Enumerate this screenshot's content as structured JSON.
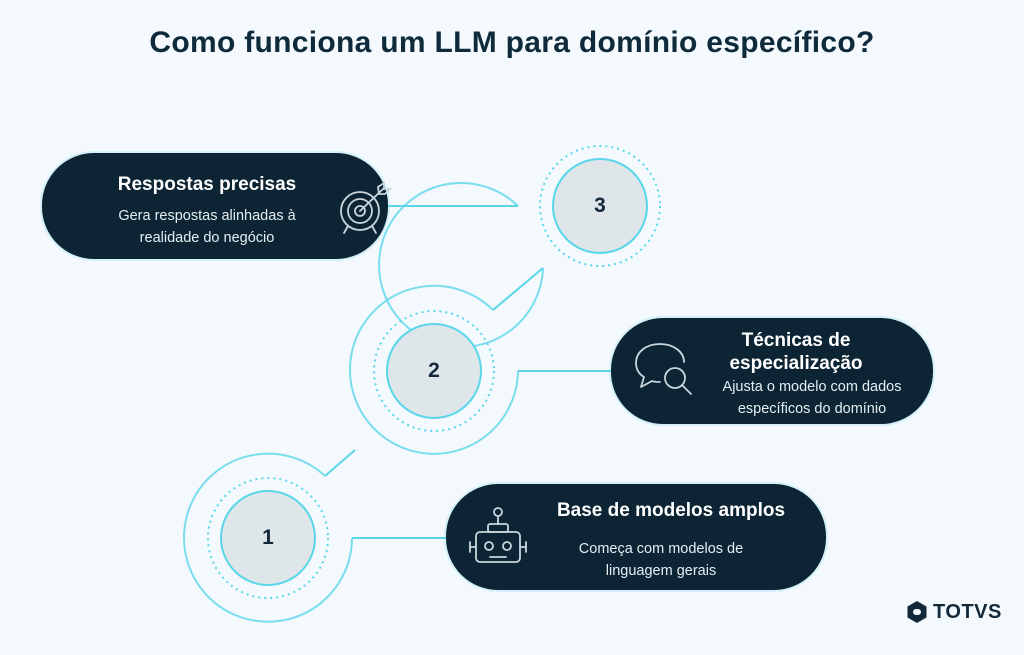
{
  "title": "Como funciona um LLM para domínio específico?",
  "steps": [
    {
      "number": "1",
      "title": "Base de modelos amplos",
      "description_line1": "Começa com modelos de",
      "description_line2": "linguagem gerais",
      "icon": "robot-icon"
    },
    {
      "number": "2",
      "title_line1": "Técnicas de",
      "title_line2": "especialização",
      "description_line1": "Ajusta o modelo com dados",
      "description_line2": "específicos do domínio",
      "icon": "chat-search-icon"
    },
    {
      "number": "3",
      "title": "Respostas precisas",
      "description_line1": "Gera respostas alinhadas à",
      "description_line2": "realidade do negócio",
      "icon": "target-icon"
    }
  ],
  "brand": {
    "name": "TOTVS",
    "logo_icon": "totvs-logo-icon"
  },
  "colors": {
    "background": "#f3f9fd",
    "card": "#0c2433",
    "accent_cyan": "#5ad6ea",
    "circle_fill": "#dfe6ea",
    "title_text": "#0e2a3b"
  }
}
